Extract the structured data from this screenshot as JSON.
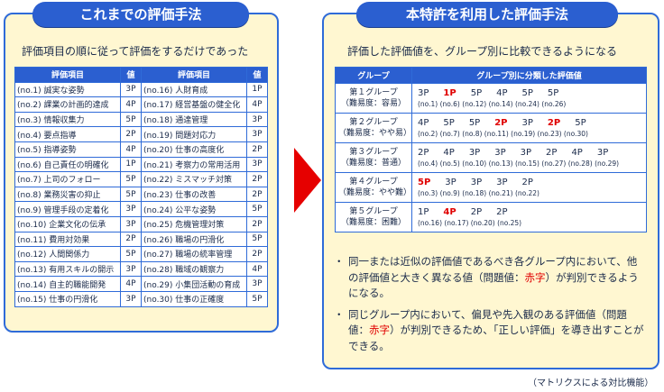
{
  "left": {
    "title": "これまでの評価手法",
    "subtitle": "評価項目の順に従って評価をするだけであった",
    "headers": [
      "評価項目",
      "値",
      "評価項目",
      "値"
    ],
    "rows": [
      [
        "(no.1) 誠実な姿勢",
        "3P",
        "(no.16) 人財育成",
        "1P"
      ],
      [
        "(no.2) 課業の計画的達成",
        "4P",
        "(no.17) 経営基盤の健全化",
        "4P"
      ],
      [
        "(no.3) 情報収集力",
        "5P",
        "(no.18) 通達管理",
        "3P"
      ],
      [
        "(no.4) 要点指導",
        "2P",
        "(no.19) 問題対応力",
        "3P"
      ],
      [
        "(no.5) 指導姿勢",
        "4P",
        "(no.20) 仕事の高度化",
        "2P"
      ],
      [
        "(no.6) 自己責任の明確化",
        "1P",
        "(no.21) 考察力の常用活用",
        "3P"
      ],
      [
        "(no.7) 上司のフォロー",
        "5P",
        "(no.22) ミスマッチ対策",
        "2P"
      ],
      [
        "(no.8) 業務災害の抑止",
        "5P",
        "(no.23) 仕事の改善",
        "2P"
      ],
      [
        "(no.9) 管理手段の定着化",
        "3P",
        "(no.24) 公平な姿勢",
        "5P"
      ],
      [
        "(no.10) 企業文化の伝承",
        "3P",
        "(no.25) 危機管理対策",
        "2P"
      ],
      [
        "(no.11) 費用対効果",
        "2P",
        "(no.26) 職場の円滑化",
        "5P"
      ],
      [
        "(no.12) 人間関係力",
        "5P",
        "(no.27) 職場の統率管理",
        "2P"
      ],
      [
        "(no.13) 有用スキルの開示",
        "3P",
        "(no.28) 職域の観察力",
        "4P"
      ],
      [
        "(no.14) 自主的職能開発",
        "4P",
        "(no.29) 小集団活動の育成",
        "3P"
      ],
      [
        "(no.15) 仕事の円滑化",
        "3P",
        "(no.30) 仕事の正確度",
        "5P"
      ]
    ]
  },
  "right": {
    "title": "本特許を利用した評価手法",
    "subtitle": "評価した評価値を、グループ別に比較できるようになる",
    "headers": [
      "グループ",
      "グループ別に分類した評価値"
    ],
    "groups": [
      {
        "name": "第１グループ",
        "level": "（難易度：容易）",
        "values": [
          {
            "v": "3P",
            "red": false
          },
          {
            "v": "1P",
            "red": true
          },
          {
            "v": "5P",
            "red": false
          },
          {
            "v": "4P",
            "red": false
          },
          {
            "v": "5P",
            "red": false
          },
          {
            "v": "5P",
            "red": false
          }
        ],
        "indices": "(no.1) (no.6) (no.12) (no.14) (no.24) (no.26)"
      },
      {
        "name": "第２グループ",
        "level": "（難易度：やや易）",
        "values": [
          {
            "v": "4P",
            "red": false
          },
          {
            "v": "5P",
            "red": false
          },
          {
            "v": "5P",
            "red": false
          },
          {
            "v": "2P",
            "red": true
          },
          {
            "v": "3P",
            "red": false
          },
          {
            "v": "2P",
            "red": true
          },
          {
            "v": "5P",
            "red": false
          }
        ],
        "indices": "(no.2) (no.7) (no.8) (no.11) (no.19) (no.23) (no.30)"
      },
      {
        "name": "第３グループ",
        "level": "（難易度：普通）",
        "values": [
          {
            "v": "2P",
            "red": false
          },
          {
            "v": "4P",
            "red": false
          },
          {
            "v": "3P",
            "red": false
          },
          {
            "v": "3P",
            "red": false
          },
          {
            "v": "3P",
            "red": false
          },
          {
            "v": "2P",
            "red": false
          },
          {
            "v": "4P",
            "red": false
          },
          {
            "v": "3P",
            "red": false
          }
        ],
        "indices": "(no.4) (no.5) (no.10) (no.13) (no.15) (no.27) (no.28) (no.29)"
      },
      {
        "name": "第４グループ",
        "level": "（難易度：やや難）",
        "values": [
          {
            "v": "5P",
            "red": true
          },
          {
            "v": "3P",
            "red": false
          },
          {
            "v": "3P",
            "red": false
          },
          {
            "v": "3P",
            "red": false
          },
          {
            "v": "2P",
            "red": false
          }
        ],
        "indices": "(no.3) (no.9) (no.18) (no.21) (no.22)"
      },
      {
        "name": "第５グループ",
        "level": "（難易度：困難）",
        "values": [
          {
            "v": "1P",
            "red": false
          },
          {
            "v": "4P",
            "red": true
          },
          {
            "v": "2P",
            "red": false
          },
          {
            "v": "2P",
            "red": false
          }
        ],
        "indices": "(no.16) (no.17) (no.20) (no.25)"
      }
    ],
    "bullets": [
      {
        "a": "同一または近似の評価値であるべき各グループ内において、他の評価値と大きく異なる値（問題値：",
        "red": "赤字",
        "b": "）が判別できるようになる。"
      },
      {
        "a": "同じグループ内において、偏見や先入観のある評価値（問題値：",
        "red": "赤字",
        "b": "）が判別できるため、「正しい評価」を導き出すことができる。"
      }
    ],
    "bullet_marker": "・"
  },
  "caption": "（マトリクスによる対比機能）",
  "colors": {
    "panel_bg": "#fff7d1",
    "blue": "#2b5fd0",
    "red": "#e00000"
  }
}
